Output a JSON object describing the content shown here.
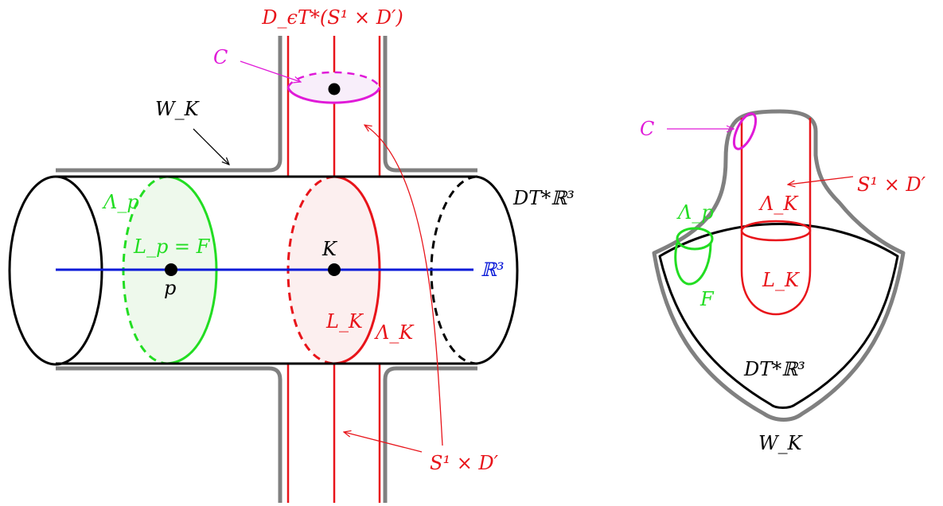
{
  "colors": {
    "gray": "#808080",
    "black": "#000000",
    "red": "#e8141a",
    "green": "#22dd22",
    "magenta": "#e01ad8",
    "blue": "#0a1ad8",
    "green_fill": "#eef9ec",
    "red_fill": "#fcefef",
    "magenta_fill": "#f8eefa"
  },
  "left_figure": {
    "top_label": "D_ϵT*(S¹ × D′)",
    "C_label": "C",
    "W_K_label": "W_K",
    "DT_label": "DT*ℝ³",
    "Lambda_p_label": "Λ_p",
    "L_p_label": "L_p = F",
    "K_label": "K",
    "p_label": "p",
    "R3_label": "ℝ³",
    "L_K_label": "L_K",
    "Lambda_K_label": "Λ_K",
    "S1D_label": "S¹ × D′"
  },
  "right_figure": {
    "C_label": "C",
    "S1D_label": "S¹ × D′",
    "Lambda_p_label": "Λ_p",
    "Lambda_K_label": "Λ_K",
    "L_K_label": "L_K",
    "F_label": "F",
    "DT_label": "DT*ℝ³",
    "W_K_label": "W_K"
  }
}
